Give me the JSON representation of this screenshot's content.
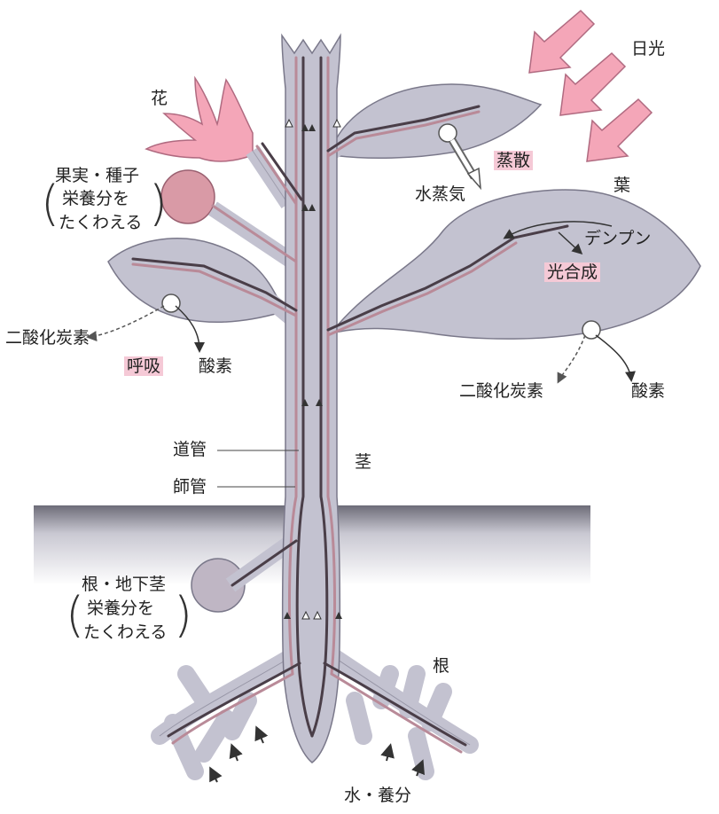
{
  "labels": {
    "sunlight": "日光",
    "flower": "花",
    "fruit_seed": "果実・種子",
    "store_nutrients": "栄養分を",
    "store_nutrients_2": "たくわえる",
    "transpiration": "蒸散",
    "water_vapor": "水蒸気",
    "leaf": "葉",
    "starch": "デンプン",
    "photosynthesis": "光合成",
    "co2_left": "二酸化炭素",
    "respiration": "呼吸",
    "oxygen_left": "酸素",
    "co2_right": "二酸化炭素",
    "oxygen_right": "酸素",
    "xylem": "道管",
    "phloem": "師管",
    "stem": "茎",
    "root_rhizome": "根・地下茎",
    "root_store_1": "栄養分を",
    "root_store_2": "たくわえる",
    "root": "根",
    "water_nutrients": "水・養分"
  },
  "colors": {
    "plant_fill": "#c3c2d0",
    "plant_edge": "#7a788a",
    "xylem_line": "#4a3e48",
    "phloem_line": "#b98a98",
    "flower": "#f4a6b8",
    "fruit": "#d99aa6",
    "sun_arrow": "#f4a6b8",
    "ground": "#c9c8d2",
    "highlight": "#f5c9d6"
  }
}
